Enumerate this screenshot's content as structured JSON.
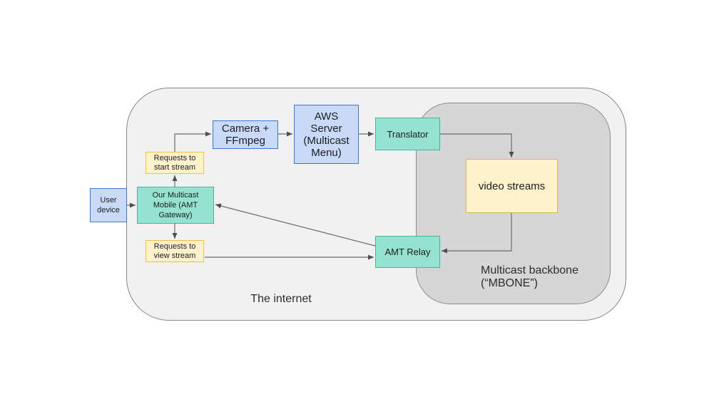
{
  "diagram": {
    "zones": {
      "internet": {
        "label": "The internet"
      },
      "mbone": {
        "label": "Multicast backbone\n(“MBONE”)"
      }
    },
    "nodes": {
      "user_device": {
        "label": "User\ndevice"
      },
      "multicast_mobile": {
        "label": "Our Multicast\nMobile (AMT\nGateway)"
      },
      "requests_start": {
        "label": "Requests to\nstart stream"
      },
      "requests_view": {
        "label": "Requests to\nview stream"
      },
      "camera_ffmpeg": {
        "label": "Camera +\nFFmpeg"
      },
      "aws_server": {
        "label": "AWS\nServer\n(Multicast\nMenu)"
      },
      "translator": {
        "label": "Translator"
      },
      "video_streams": {
        "label": "video streams"
      },
      "amt_relay": {
        "label": "AMT Relay"
      }
    },
    "edges": [
      {
        "from": "user_device",
        "to": "multicast_mobile"
      },
      {
        "from": "multicast_mobile",
        "to": "requests_start"
      },
      {
        "from": "requests_start",
        "to": "camera_ffmpeg"
      },
      {
        "from": "camera_ffmpeg",
        "to": "aws_server"
      },
      {
        "from": "aws_server",
        "to": "translator"
      },
      {
        "from": "translator",
        "to": "video_streams"
      },
      {
        "from": "video_streams",
        "to": "amt_relay"
      },
      {
        "from": "multicast_mobile",
        "to": "requests_view"
      },
      {
        "from": "requests_view",
        "to": "amt_relay"
      },
      {
        "from": "amt_relay",
        "to": "multicast_mobile"
      }
    ],
    "colors": {
      "blue_fill": "#c9daf8",
      "blue_border": "#3c78d8",
      "teal_fill": "#94e2cf",
      "teal_border": "#40b69a",
      "yellow_fill": "#fef2cd",
      "yellow_border": "#f1c232",
      "video_streams_border": "#d6b656",
      "internet_zone_fill": "#f1f1f2",
      "mbone_zone_fill": "#d6d6d6",
      "zone_border": "#858585",
      "arrow": "#6b6b6b",
      "canvas_background": "#ffffff"
    }
  }
}
